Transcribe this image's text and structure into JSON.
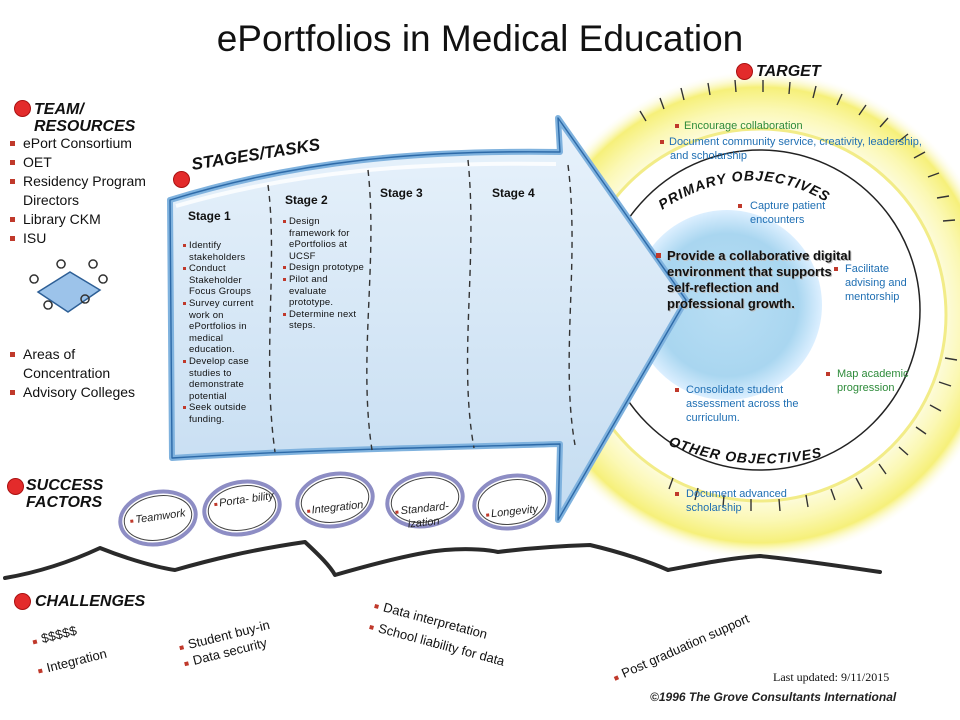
{
  "title": "ePortfolios in Medical Education",
  "target": {
    "heading": "TARGET"
  },
  "team": {
    "heading_line1": "TEAM/",
    "heading_line2": "RESOURCES",
    "items": [
      "ePort Consortium",
      "OET",
      "Residency Program Directors",
      "Library CKM",
      "ISU"
    ],
    "items2": [
      "Areas of Concentration",
      "Advisory Colleges"
    ]
  },
  "stages": {
    "heading": "STAGES/TASKS",
    "stage1": {
      "label": "Stage 1",
      "tasks": [
        "Identify stakeholders",
        "Conduct Stakeholder Focus Groups",
        "Survey current work on ePortfolios in medical education.",
        "Develop case studies to demonstrate potential",
        "Seek outside funding."
      ]
    },
    "stage2": {
      "label": "Stage 2",
      "tasks": [
        "Design framework for ePortfolios at UCSF",
        "Design prototype",
        "Pilot and evaluate prototype.",
        "Determine next steps."
      ]
    },
    "stage3": {
      "label": "Stage 3"
    },
    "stage4": {
      "label": "Stage 4"
    }
  },
  "objectives": {
    "primary_heading": "PRIMARY OBJECTIVES",
    "other_heading": "OTHER OBJECTIVES",
    "goal": "Provide a collaborative digital environment that supports self-reflection and professional growth.",
    "outer1": "Encourage collaboration",
    "outer2": "Document community service, creativity, leadership, and scholarship",
    "capture": "Capture patient encounters",
    "facilitate": "Facilitate advising and mentorship",
    "map": "Map academic progression",
    "consolidate": "Consolidate student assessment across the curriculum.",
    "advanced": "Document advanced scholarship"
  },
  "success": {
    "heading_line1": "SUCCESS",
    "heading_line2": "FACTORS",
    "factors": [
      "Teamwork",
      "Porta- bility",
      "Integration",
      "Standard- ization",
      "Longevity"
    ]
  },
  "challenges": {
    "heading": "CHALLENGES",
    "c1a": "$$$$$",
    "c1b": "Integration",
    "c2a": "Student buy-in",
    "c2b": "Data security",
    "c3a": "Data interpretation",
    "c3b": "School liability for data",
    "c4": "Post graduation support"
  },
  "footer": {
    "updated": "Last updated: 9/11/2015",
    "copyright": "©1996 The Grove Consultants International"
  },
  "colors": {
    "arrow_fill": "#cfe3f4",
    "arrow_edge": "#6ea6d8",
    "glow": "#f5f08a",
    "core": "#9fd0ee",
    "dot": "#e32b2b"
  }
}
